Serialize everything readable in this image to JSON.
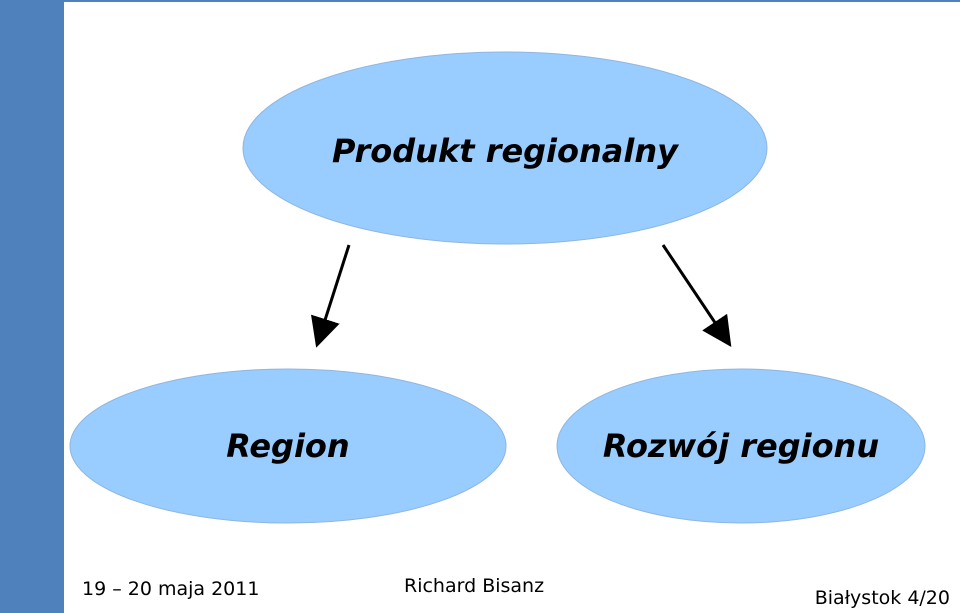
{
  "diagram": {
    "top_node": "Produkt regionalny",
    "left_node": "Region",
    "right_node": "Rozwój regionu",
    "colors": {
      "node_fill": "#99ccff",
      "node_stroke": "#8fb6e0",
      "arrow": "#000000",
      "side_bar": "#4f81bd"
    }
  },
  "footer": {
    "date": "19 – 20 maja 2011",
    "author": "Richard Bisanz",
    "place_page": "Białystok 4/20"
  }
}
